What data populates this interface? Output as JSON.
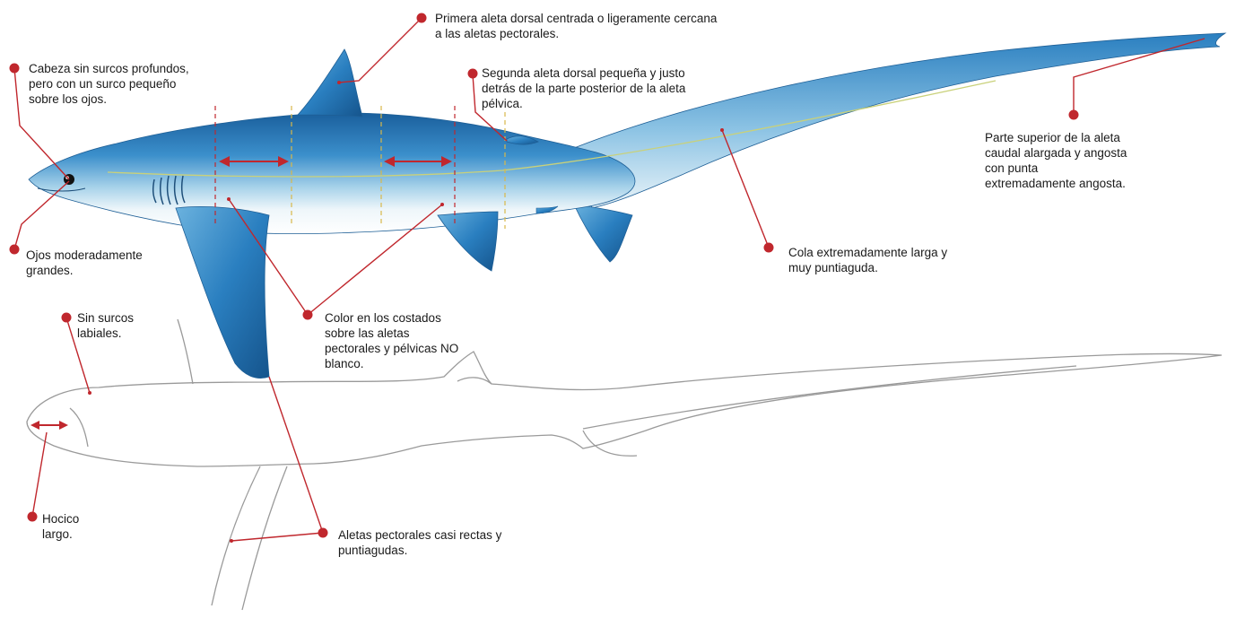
{
  "colors": {
    "marker": "#c0272d",
    "leader": "#c0272d",
    "shark_dark": "#1e6fae",
    "shark_mid": "#3f94cf",
    "shark_light": "#dcebf4",
    "outline": "#9a9a9a"
  },
  "annotations": [
    {
      "id": "head",
      "text": "Cabeza sin surcos profundos,\npero con un surco pequeño\nsobre los ojos."
    },
    {
      "id": "dorsal1",
      "text": "Primera aleta dorsal centrada o ligeramente cercana\na las aletas pectorales."
    },
    {
      "id": "dorsal2",
      "text": "Segunda aleta dorsal pequeña y justo\ndetrás de la parte posterior de la aleta\npélvica."
    },
    {
      "id": "caudal",
      "text": "Parte superior de la aleta\ncaudal alargada y angosta\ncon punta\nextremadamente angosta."
    },
    {
      "id": "eyes",
      "text": "Ojos moderadamente\ngrandes."
    },
    {
      "id": "tail",
      "text": "Cola extremadamente larga y\nmuy puntiaguda."
    },
    {
      "id": "labial",
      "text": "Sin surcos\nlabiales."
    },
    {
      "id": "color",
      "text": "Color en los costados\nsobre las aletas\npectorales y pélvicas NO\nblanco."
    },
    {
      "id": "snout",
      "text": "Hocico\nlargo."
    },
    {
      "id": "pectoral",
      "text": "Aletas pectorales casi rectas y\npuntiagudas."
    }
  ]
}
